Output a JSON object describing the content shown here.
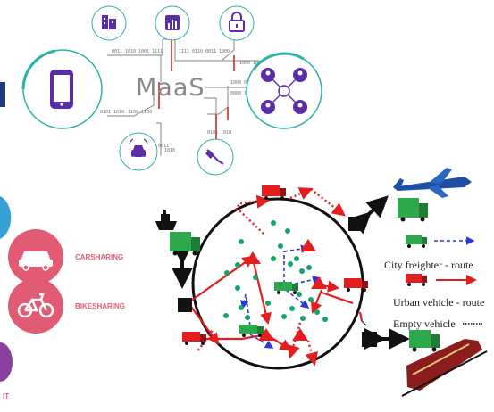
{
  "maas": {
    "title": "MaaS",
    "bit_labels": [
      "0011 1010 1001 1111",
      "1111 0110 0011 1000",
      "1000 1001",
      "0101 1010",
      "1000 0011 0000",
      "1100 1100",
      "0000 1000",
      "0101 1010",
      "0110 0011",
      "1010"
    ],
    "icons": [
      "city-buildings-icon",
      "bar-chart-icon",
      "padlock-icon",
      "smartphone-icon",
      "network-users-icon",
      "connected-car-icon",
      "ev-charger-plug-icon"
    ],
    "accent_color": "#2ab3a6",
    "icon_color": "#5a2ea6"
  },
  "services": [
    {
      "label": "CARSHARING",
      "icon": "car-icon"
    },
    {
      "label": "BIKESHARING",
      "icon": "bicycle-icon"
    },
    {
      "label": "IT",
      "icon": "transit-icon"
    }
  ],
  "legend": {
    "city_freighter": "City freighter - route",
    "urban_vehicle": "Urban vehicle - route",
    "empty_vehicle": "Empty vehicle"
  },
  "hubs": [
    "ship-icon",
    "airplane-icon",
    "train-icon"
  ],
  "colors": {
    "route_red": "#e41e1e",
    "route_blue": "#2b3bd6",
    "node_green": "#14a56a",
    "pink": "#e05b73"
  }
}
